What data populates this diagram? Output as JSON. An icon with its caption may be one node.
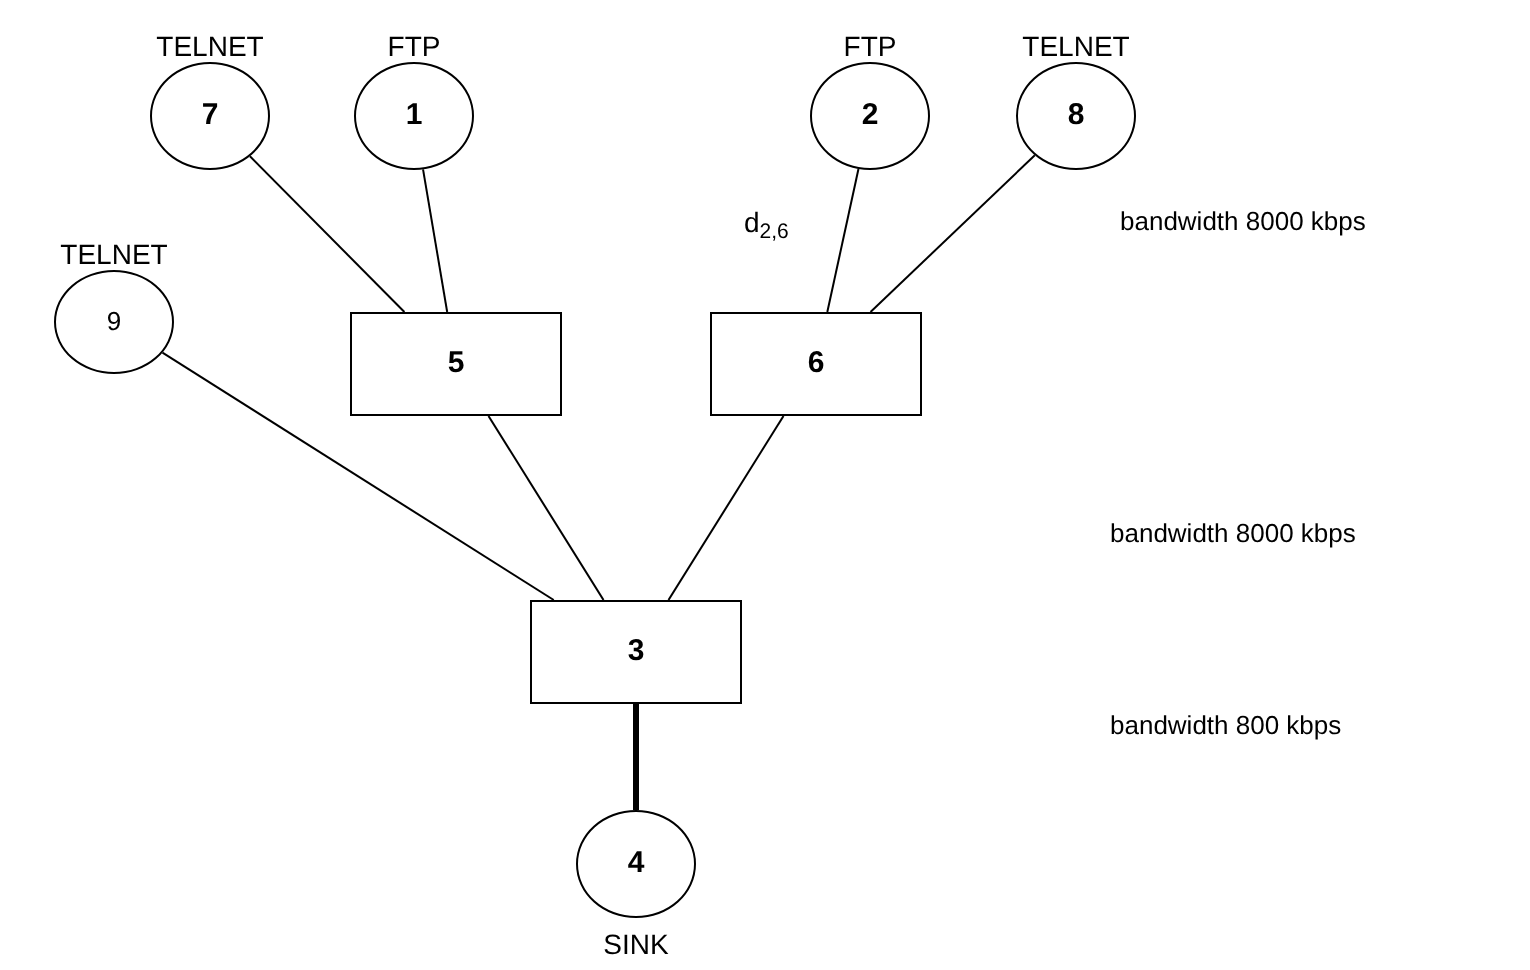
{
  "diagram": {
    "nodes": [
      {
        "text": [
          "TELNET",
          "7"
        ]
      },
      {
        "text": [
          "FTP",
          "1"
        ]
      },
      {
        "text": [
          "FTP",
          "2"
        ]
      },
      {
        "text": [
          "TELNET",
          "8"
        ]
      },
      {
        "text": [
          "TELNET",
          "9"
        ]
      },
      {
        "text": [
          "5"
        ]
      },
      {
        "text": [
          "6"
        ]
      },
      {
        "text": [
          "3"
        ]
      },
      {
        "text": [
          "4",
          "SINK"
        ]
      }
    ],
    "edges": [
      {
        "from": 0,
        "to": 5,
        "arrow": "none"
      },
      {
        "from": 1,
        "to": 5,
        "arrow": "none"
      },
      {
        "from": 2,
        "to": 6,
        "arrow": "none",
        "label": "d$_{2,6}$"
      },
      {
        "from": 3,
        "to": 6,
        "arrow": "none"
      },
      {
        "from": 4,
        "to": 7,
        "arrow": "none"
      },
      {
        "from": 5,
        "to": 7,
        "arrow": "none"
      },
      {
        "from": 6,
        "to": 7,
        "arrow": "none"
      },
      {
        "from": 7,
        "to": 8,
        "arrow": "none",
        "style": "thick"
      }
    ],
    "labels": [
      "bandwidth 8000 kbps",
      "bandwidth 8000 kbps",
      "bandwidth 800 kbps"
    ]
  }
}
